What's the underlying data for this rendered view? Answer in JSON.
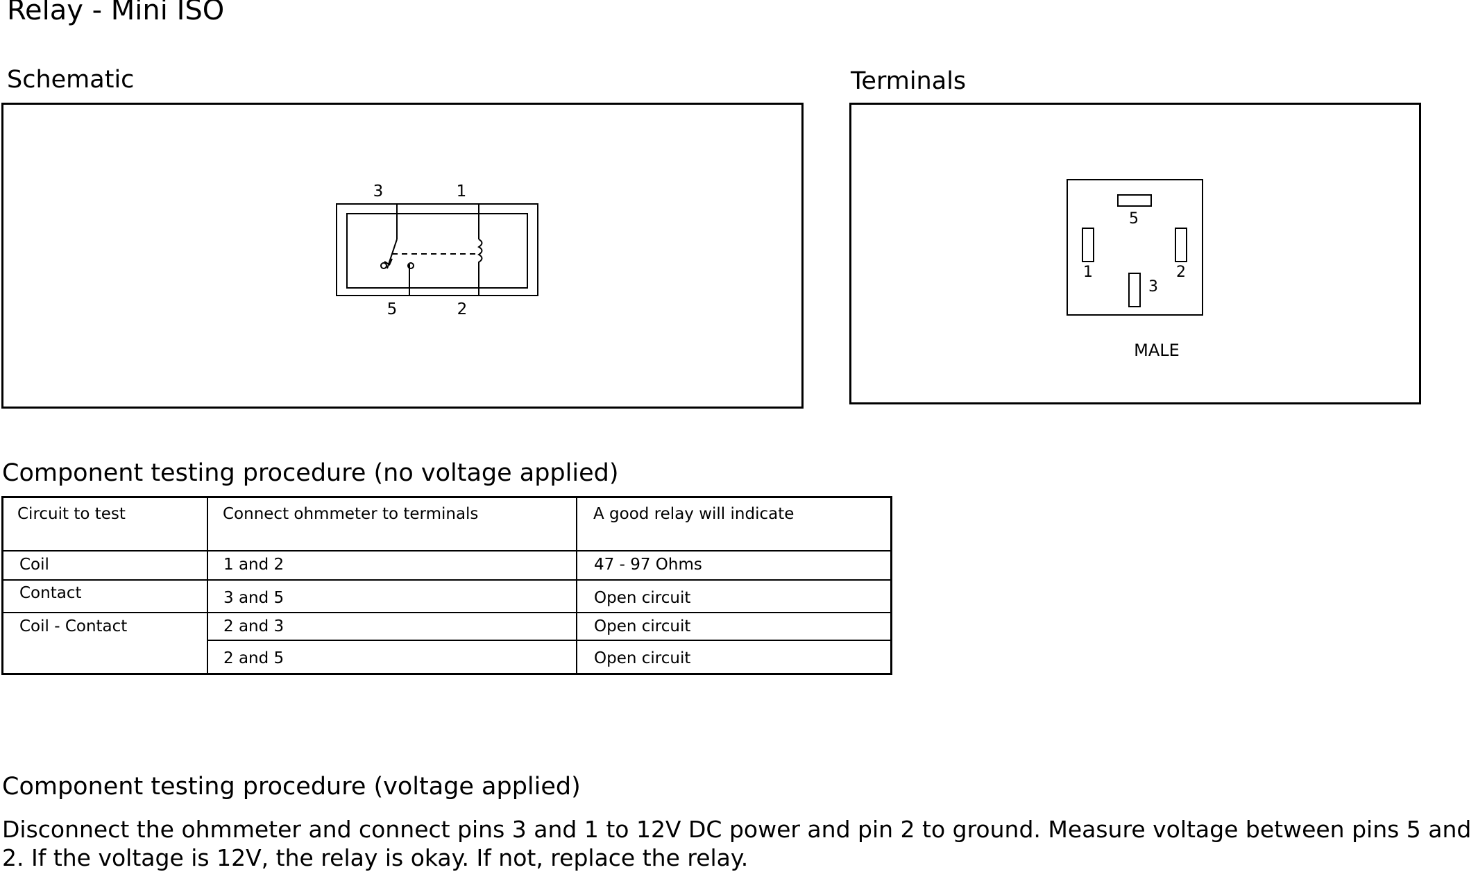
{
  "title": "Relay - Mini ISO",
  "schematic": {
    "label": "Schematic",
    "pin_labels": {
      "top_left": "3",
      "top_right": "1",
      "bottom_left": "5",
      "bottom_right": "2"
    }
  },
  "terminals": {
    "label": "Terminals",
    "pins": {
      "p5": "5",
      "p1": "1",
      "p2": "2",
      "p3": "3"
    },
    "gender_label": "MALE"
  },
  "test_no_voltage": {
    "heading": "Component testing procedure (no voltage applied)",
    "columns": [
      "Circuit to test",
      "Connect ohmmeter to terminals",
      "A good relay will indicate"
    ],
    "rows": [
      {
        "circuit": "Coil",
        "terminals": "1 and 2",
        "result": "47 - 97 Ohms"
      },
      {
        "circuit": "Contact",
        "terminals": "3 and 5",
        "result": "Open circuit"
      },
      {
        "circuit": "Coil - Contact",
        "terminals": "2 and 3",
        "result": "Open circuit"
      },
      {
        "circuit": "",
        "terminals": "2 and 5",
        "result": "Open circuit"
      }
    ]
  },
  "test_voltage": {
    "heading": "Component testing procedure (voltage applied)",
    "text": "Disconnect the ohmmeter and connect pins 3 and 1 to 12V DC power and pin 2 to ground. Measure voltage between pins 5 and 2. If the voltage is 12V, the relay is okay. If not, replace the relay."
  }
}
